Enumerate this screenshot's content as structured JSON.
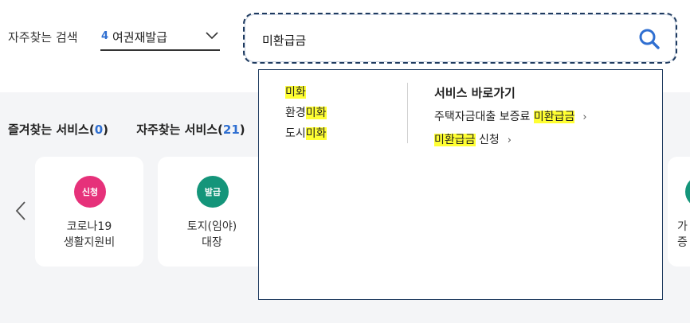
{
  "search_bar": {
    "frequent_label": "자주찾는 검색",
    "frequent_number": "4",
    "frequent_text": "여권재발급",
    "query": "미환급금"
  },
  "tabs": [
    {
      "label": "즐겨찾는 서비스(",
      "count": "0",
      "close": ")"
    },
    {
      "label": "자주찾는 서비스(",
      "count": "21",
      "close": ")"
    }
  ],
  "cards": [
    {
      "badge": "신청",
      "name_line1": "코로나19",
      "name_line2": "생활지원비",
      "color": "#e6317a"
    },
    {
      "badge": "발급",
      "name_line1": "토지(임야)",
      "name_line2": "대장",
      "color": "#14957a"
    }
  ],
  "partial_card": {
    "line1": "가",
    "line2": "증"
  },
  "suggestions": [
    {
      "pre": "",
      "hl": "미화",
      "post": ""
    },
    {
      "pre": "환경",
      "hl": "미화",
      "post": ""
    },
    {
      "pre": "도시",
      "hl": "미화",
      "post": ""
    }
  ],
  "service_shortcuts": {
    "title": "서비스 바로가기",
    "links": [
      {
        "pre": "주택자금대출 보증료 ",
        "hl": "미환급금",
        "post": "",
        "arrow": "›"
      },
      {
        "pre": "",
        "hl": "미환급금",
        "post": " 신청",
        "arrow": "›"
      }
    ]
  },
  "icons": {
    "search": "search-icon",
    "chevron": "chevron-down-icon",
    "prev": "chevron-left-icon",
    "search_color": "#2f6fd1"
  }
}
